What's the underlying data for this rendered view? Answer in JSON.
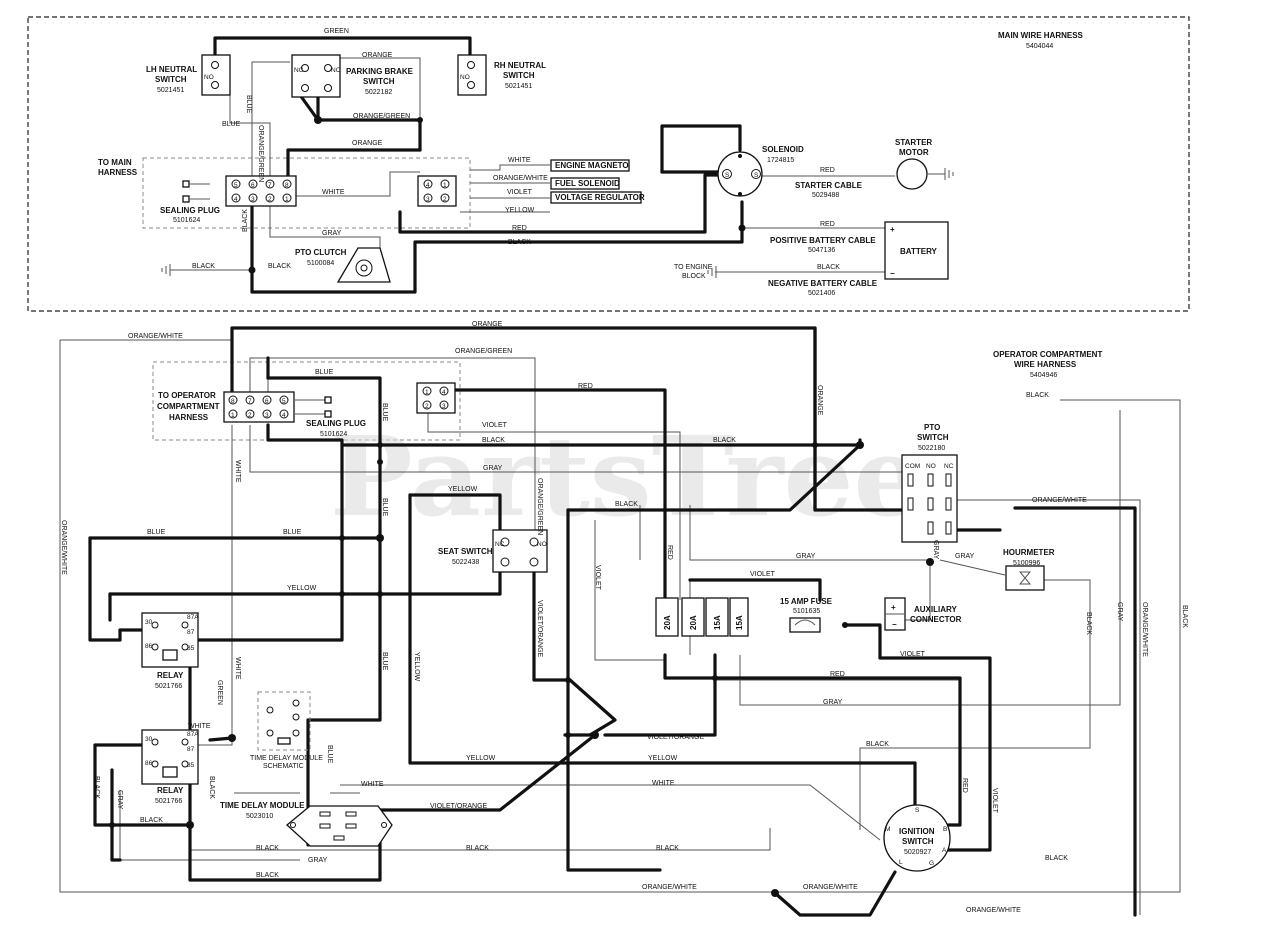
{
  "main_harness": {
    "title": "MAIN WIRE HARNESS",
    "part": "5404044"
  },
  "operator_harness": {
    "title_line1": "OPERATOR COMPARTMENT",
    "title_line2": "WIRE HARNESS",
    "part": "5404946"
  },
  "components_top": {
    "lh_neutral": {
      "line1": "LH NEUTRAL",
      "line2": "SWITCH",
      "part": "5021451"
    },
    "rh_neutral": {
      "line1": "RH NEUTRAL",
      "line2": "SWITCH",
      "part": "5021451"
    },
    "parking_brake": {
      "line1": "PARKING BRAKE",
      "line2": "SWITCH",
      "part": "5022182"
    },
    "to_main_harness": {
      "line1": "TO MAIN",
      "line2": "HARNESS"
    },
    "sealing_plug": {
      "label": "SEALING PLUG",
      "part": "5101624"
    },
    "pto_clutch": {
      "label": "PTO CLUTCH",
      "part": "5100084"
    },
    "solenoid": {
      "label": "SOLENOID",
      "part": "1724815"
    },
    "starter_motor": {
      "line1": "STARTER",
      "line2": "MOTOR"
    },
    "starter_cable": {
      "label": "STARTER CABLE",
      "part": "5029488"
    },
    "positive_cable": {
      "label": "POSITIVE BATTERY CABLE",
      "part": "5047136"
    },
    "negative_cable": {
      "label": "NEGATIVE BATTERY CABLE",
      "part": "5021406"
    },
    "battery": {
      "label": "BATTERY",
      "plus": "+",
      "minus": "−"
    },
    "engine_block": {
      "line1": "TO ENGINE",
      "line2": "BLOCK"
    },
    "engine_magneto": "ENGINE MAGNETO",
    "fuel_solenoid": "FUEL SOLENOID",
    "voltage_regulator": "VOLTAGE REGULATOR"
  },
  "components_bottom": {
    "to_operator": {
      "line1": "TO OPERATOR",
      "line2": "COMPARTMENT",
      "line3": "HARNESS"
    },
    "sealing_plug": {
      "label": "SEALING PLUG",
      "part": "5101624"
    },
    "seat_switch": {
      "label": "SEAT SWITCH",
      "part": "5022438"
    },
    "relay1": {
      "label": "RELAY",
      "part": "5021766"
    },
    "relay2": {
      "label": "RELAY",
      "part": "5021766"
    },
    "tdm_schematic": {
      "line1": "TIME DELAY MODULE",
      "line2": "SCHEMATIC"
    },
    "time_delay_module": {
      "label": "TIME DELAY MODULE",
      "part": "5023010"
    },
    "pto_switch": {
      "line1": "PTO",
      "line2": "SWITCH",
      "part": "5022180"
    },
    "hourmeter": {
      "label": "HOURMETER",
      "part": "5100996"
    },
    "aux_connector": {
      "line1": "AUXILIARY",
      "line2": "CONNECTOR"
    },
    "fuse_15a": {
      "label": "15 AMP FUSE",
      "part": "5101635"
    },
    "ignition_switch": {
      "line1": "IGNITION",
      "line2": "SWITCH",
      "part": "5020927"
    },
    "fuses": [
      "20A",
      "20A",
      "15A",
      "15A"
    ]
  },
  "wire_labels": {
    "green": "GREEN",
    "orange": "ORANGE",
    "blue": "BLUE",
    "orange_green": "ORANGE/GREEN",
    "white": "WHITE",
    "black": "BLACK",
    "gray": "GRAY",
    "red": "RED",
    "yellow": "YELLOW",
    "violet": "VIOLET",
    "orange_white": "ORANGE/WHITE",
    "violet_orange": "VIOLET/ORANGE"
  },
  "watermark": "PartsTree"
}
